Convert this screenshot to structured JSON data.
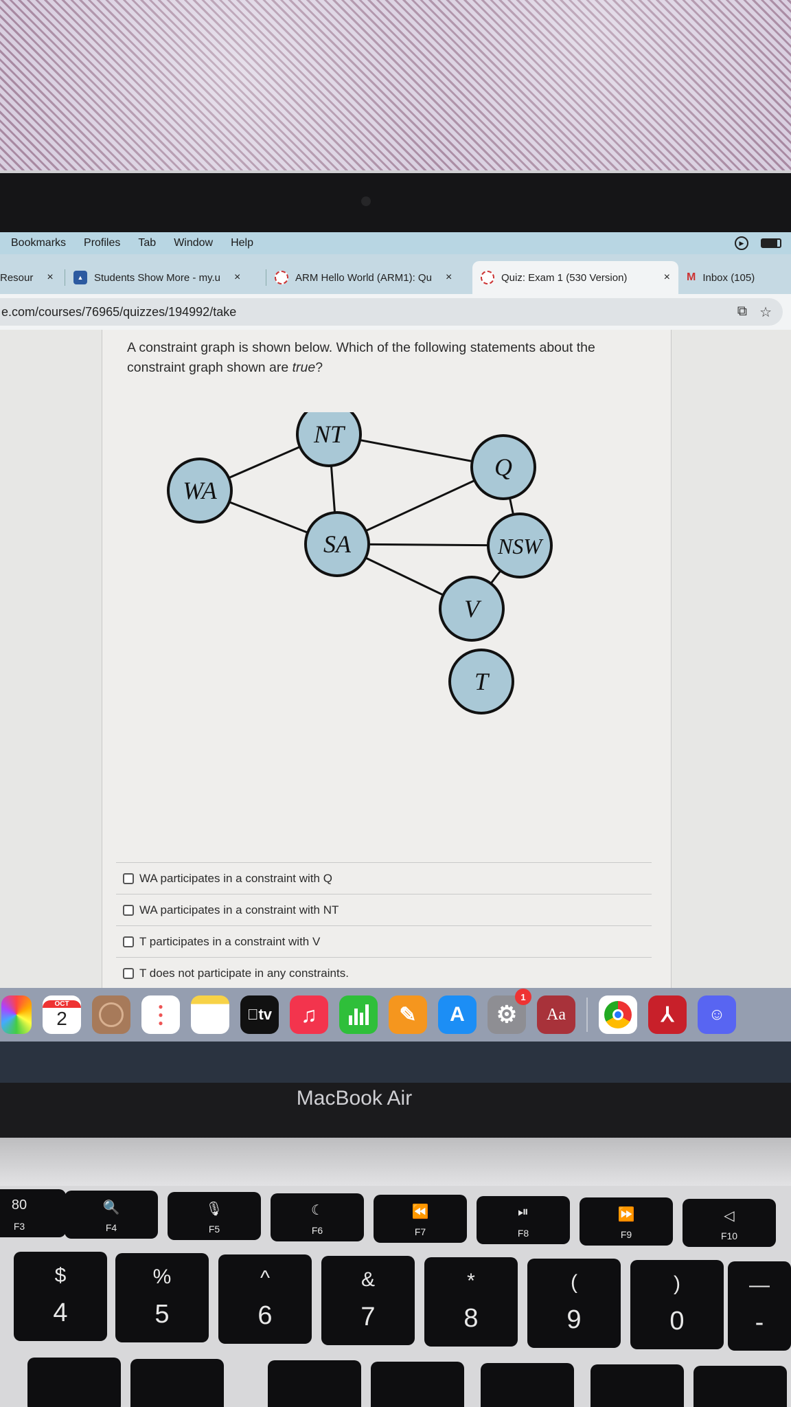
{
  "menubar": {
    "items": [
      "Bookmarks",
      "Profiles",
      "Tab",
      "Window",
      "Help"
    ]
  },
  "tabs": [
    {
      "label": "Resour",
      "close": "×"
    },
    {
      "label": "Students Show More - my.u",
      "close": "×"
    },
    {
      "label": "ARM Hello World (ARM1): Qu",
      "close": "×"
    },
    {
      "label": "Quiz: Exam 1 (530 Version)",
      "close": "×"
    },
    {
      "label": "Inbox (105)"
    }
  ],
  "url": "e.com/courses/76965/quizzes/194992/take",
  "question": {
    "text_before": "A constraint graph is shown below. Which of the following statements about the constraint graph shown are ",
    "text_emph": "true",
    "text_after": "?"
  },
  "graph": {
    "nodes": [
      {
        "id": "WA",
        "label": "WA"
      },
      {
        "id": "NT",
        "label": "NT"
      },
      {
        "id": "Q",
        "label": "Q"
      },
      {
        "id": "SA",
        "label": "SA"
      },
      {
        "id": "NSW",
        "label": "NSW"
      },
      {
        "id": "V",
        "label": "V"
      },
      {
        "id": "T",
        "label": "T"
      }
    ],
    "edges": [
      [
        "WA",
        "NT"
      ],
      [
        "WA",
        "SA"
      ],
      [
        "NT",
        "Q"
      ],
      [
        "NT",
        "SA"
      ],
      [
        "SA",
        "Q"
      ],
      [
        "SA",
        "NSW"
      ],
      [
        "SA",
        "V"
      ],
      [
        "Q",
        "NSW"
      ],
      [
        "NSW",
        "V"
      ]
    ],
    "node_fill": "#a9c8d6"
  },
  "options": [
    "WA participates in a constraint with Q",
    "WA participates in a constraint with NT",
    "T participates in a constraint with V",
    "T does not participate in any constraints."
  ],
  "dock": {
    "calendar_month": "OCT",
    "calendar_day": "2",
    "tv_label": "tv",
    "dictionary_label": "Aa",
    "settings_badge": "1"
  },
  "laptop": {
    "brand": "MacBook Air"
  },
  "keyboard": {
    "fkeys": [
      {
        "icon": "80",
        "label": "F3"
      },
      {
        "icon": "🔍",
        "label": "F4"
      },
      {
        "icon": "🎙",
        "label": "F5"
      },
      {
        "icon": "☾",
        "label": "F6"
      },
      {
        "icon": "⏪",
        "label": "F7"
      },
      {
        "icon": "⏯",
        "label": "F8"
      },
      {
        "icon": "⏩",
        "label": "F9"
      },
      {
        "icon": "◁",
        "label": "F10"
      }
    ],
    "numkeys": [
      {
        "top": "$",
        "bottom": "4"
      },
      {
        "top": "%",
        "bottom": "5"
      },
      {
        "top": "^",
        "bottom": "6"
      },
      {
        "top": "&",
        "bottom": "7"
      },
      {
        "top": "*",
        "bottom": "8"
      },
      {
        "top": "(",
        "bottom": "9"
      },
      {
        "top": ")",
        "bottom": "0"
      },
      {
        "top": "—",
        "bottom": "-"
      }
    ]
  }
}
